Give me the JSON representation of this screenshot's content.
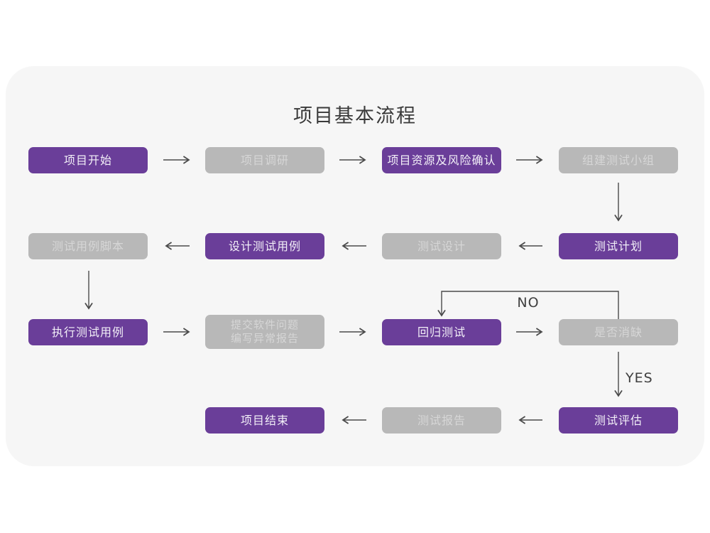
{
  "title": "项目基本流程",
  "edge_labels": {
    "no": "NO",
    "yes": "YES"
  },
  "colors": {
    "page_bg": "#ffffff",
    "card_bg": "#f6f6f6",
    "purple": "#6a3e99",
    "purple_text": "#f3f0f8",
    "gray": "#b8b8b8",
    "gray_text": "#d6d6d6",
    "arrow": "#4a4a4a",
    "title_text": "#3a3a3a",
    "label_text": "#3f3f3f"
  },
  "nodes": [
    {
      "id": "project-start",
      "label": "项目开始",
      "variant": "purple"
    },
    {
      "id": "project-research",
      "label": "项目调研",
      "variant": "gray"
    },
    {
      "id": "resource-risk-confirm",
      "label": "项目资源及风险确认",
      "variant": "purple"
    },
    {
      "id": "build-test-team",
      "label": "组建测试小组",
      "variant": "gray"
    },
    {
      "id": "test-plan",
      "label": "测试计划",
      "variant": "purple"
    },
    {
      "id": "test-design",
      "label": "测试设计",
      "variant": "gray"
    },
    {
      "id": "design-test-cases",
      "label": "设计测试用例",
      "variant": "purple"
    },
    {
      "id": "test-case-script",
      "label": "测试用例脚本",
      "variant": "gray"
    },
    {
      "id": "execute-test-cases",
      "label": "执行测试用例",
      "variant": "purple"
    },
    {
      "id": "submit-issues",
      "label_line1": "提交软件问题",
      "label_line2": "编写异常报告",
      "variant": "gray"
    },
    {
      "id": "regression-test",
      "label": "回归测试",
      "variant": "purple"
    },
    {
      "id": "defect-cleared",
      "label": "是否消缺",
      "variant": "gray"
    },
    {
      "id": "test-evaluation",
      "label": "测试评估",
      "variant": "purple"
    },
    {
      "id": "test-report",
      "label": "测试报告",
      "variant": "gray"
    },
    {
      "id": "project-end",
      "label": "项目结束",
      "variant": "purple"
    }
  ]
}
